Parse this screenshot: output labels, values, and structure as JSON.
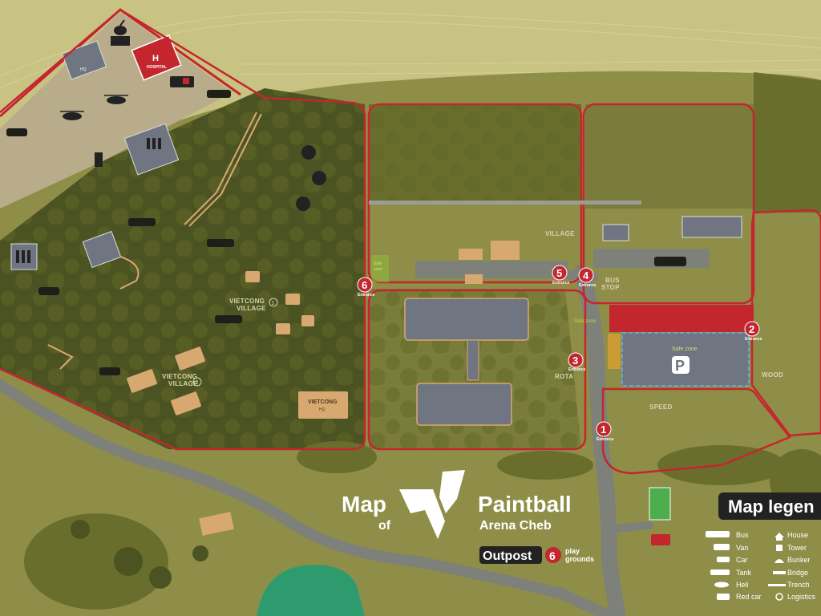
{
  "title": {
    "map": "Map",
    "of": "of",
    "brand": "Paintball",
    "subtitle": "Arena Cheb",
    "outpost": "Outpost",
    "playgrounds_count": "6",
    "playgrounds_label_1": "play",
    "playgrounds_label_2": "grounds"
  },
  "legend": {
    "heading": "Map legen",
    "items_left": [
      "Bus",
      "Van",
      "Car",
      "Tank",
      "Heli",
      "Red car"
    ],
    "items_right": [
      "House",
      "Tower",
      "Bunker",
      "Bridge",
      "Trench",
      "Logistics"
    ]
  },
  "zones": {
    "hq": "HQ",
    "hospital_letter": "H",
    "hospital": "HOSPITAL",
    "vietcong_village_1": "VIETCONG\nVILLAGE",
    "vietcong_village_1_num": "1",
    "vietcong_village_2": "VIETCONG\nVILLAGE",
    "vietcong_village_2_num": "2",
    "vietcong_hq_1": "VIETCONG",
    "vietcong_hq_2": "HQ",
    "village": "VILLAGE",
    "bus_stop_1": "BUS",
    "bus_stop_2": "STOP",
    "rota": "ROTA",
    "wood": "WOOD",
    "speed": "SPEED",
    "safe_zone": "Safe zone",
    "safe_zone_small_1": "Safe",
    "safe_zone_small_2": "zone",
    "parking": "P"
  },
  "entrances": [
    {
      "num": "1",
      "label": "Entrance"
    },
    {
      "num": "2",
      "label": "Entrance"
    },
    {
      "num": "3",
      "label": "Entrance"
    },
    {
      "num": "4",
      "label": "Entrance"
    },
    {
      "num": "5",
      "label": "Entrance"
    },
    {
      "num": "6",
      "label": "Entrance"
    }
  ],
  "colors": {
    "field": "#c9c383",
    "grass": "#8f8e48",
    "forest": "#6a6e2c",
    "dark_forest": "#4b5323",
    "boundary": "#c4262e",
    "road": "#7e807a",
    "building": "#6f7581",
    "house_tan": "#d8a871",
    "lake": "#2e9b6e",
    "hq_ground": "#b8ac8a"
  }
}
